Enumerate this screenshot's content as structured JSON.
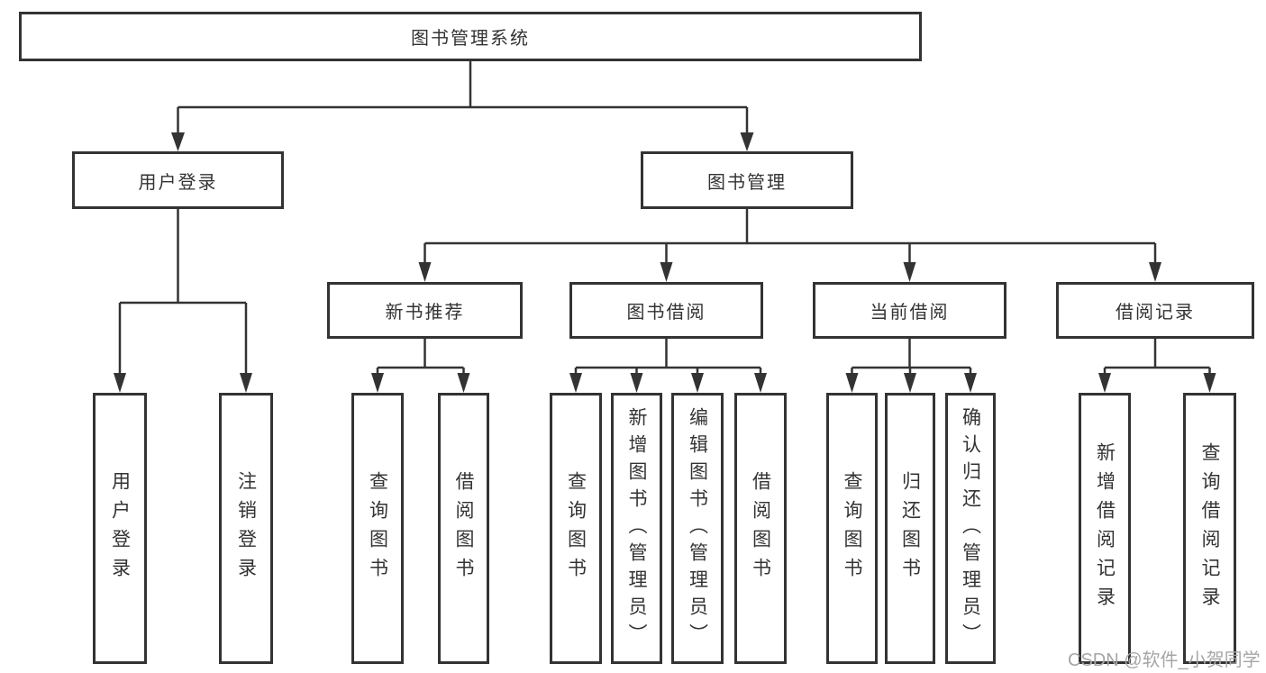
{
  "diagram": {
    "type": "hierarchy-chart",
    "colors": {
      "line": "#333333",
      "box_border": "#333333",
      "box_fill": "#ffffff",
      "text": "#333333",
      "watermark": "#a6a6a6",
      "background": "#ffffff"
    },
    "tree": {
      "label": "图书管理系统",
      "children": [
        {
          "label": "用户登录",
          "children": [
            {
              "label": "用户登录"
            },
            {
              "label": "注销登录"
            }
          ]
        },
        {
          "label": "图书管理",
          "children": [
            {
              "label": "新书推荐",
              "children": [
                {
                  "label": "查询图书"
                },
                {
                  "label": "借阅图书"
                }
              ]
            },
            {
              "label": "图书借阅",
              "children": [
                {
                  "label": "查询图书"
                },
                {
                  "label": "新增图书（管理员）"
                },
                {
                  "label": "编辑图书（管理员）"
                },
                {
                  "label": "借阅图书"
                }
              ]
            },
            {
              "label": "当前借阅",
              "children": [
                {
                  "label": "查询图书"
                },
                {
                  "label": "归还图书"
                },
                {
                  "label": "确认归还（管理员）"
                }
              ]
            },
            {
              "label": "借阅记录",
              "children": [
                {
                  "label": "新增借阅记录"
                },
                {
                  "label": "查询借阅记录"
                }
              ]
            }
          ]
        }
      ]
    },
    "watermark": "CSDN @软件_小贺同学"
  }
}
